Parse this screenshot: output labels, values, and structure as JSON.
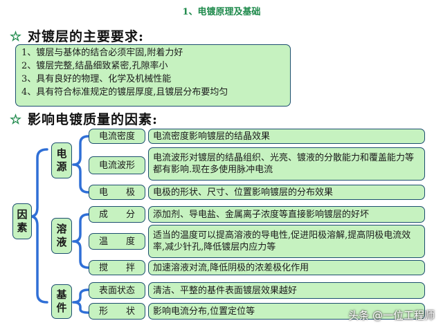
{
  "slide_title": "1、电镀原理及基础",
  "requirements": {
    "heading": "对镀层的主要要求:",
    "items": [
      "1、镀层与基体的结合必须牢固,附着力好",
      "2、镀层完整,结晶细致紧密,孔隙率小",
      "3、具有良好的物理、化学及机械性能",
      "4、具有符合标准规定的镀层厚度,且镀层分布要均匀"
    ]
  },
  "factors": {
    "heading": "影响电镀质量的因素:",
    "root": "因\n素",
    "groups": [
      {
        "name": "电\n源",
        "items": [
          {
            "factor": "电流密度",
            "effect": "电流密度影响镀层的结晶效果"
          },
          {
            "factor": "电流波形",
            "effect": "电流波形对镀层的结晶组织、光亮、镀液的分散能力和覆盖能力等都有影响.现在多使用脉冲电流"
          },
          {
            "factor": "电　　极",
            "effect": "电极的形状、尺寸、位置影响镀层的分布效果"
          }
        ]
      },
      {
        "name": "溶\n液",
        "items": [
          {
            "factor": "成　　分",
            "effect": "添加剂、导电盐、金属离子浓度等直接影响镀层的好坏"
          },
          {
            "factor": "温　　度",
            "effect": "适当的温度可以提高溶液的导电性,促进阳极溶解,提高阴极电流效率,减少针孔,降低镀层内应力等"
          },
          {
            "factor": "搅　　拌",
            "effect": "加速溶液对流,降低阴极的浓差极化作用"
          }
        ]
      },
      {
        "name": "基\n件",
        "items": [
          {
            "factor": "表面状态",
            "effect": "清洁、平整的基件表面镀层效果越好"
          },
          {
            "factor": "形　　状",
            "effect": "影响电流分布,位置定位等"
          }
        ]
      }
    ]
  },
  "watermark": "头条 @一位工程师",
  "colors": {
    "box_fill": "#c6f2c0",
    "box_border": "#1b4d6e",
    "bracket": "#2f6fd6",
    "title": "#1f8a4c"
  }
}
